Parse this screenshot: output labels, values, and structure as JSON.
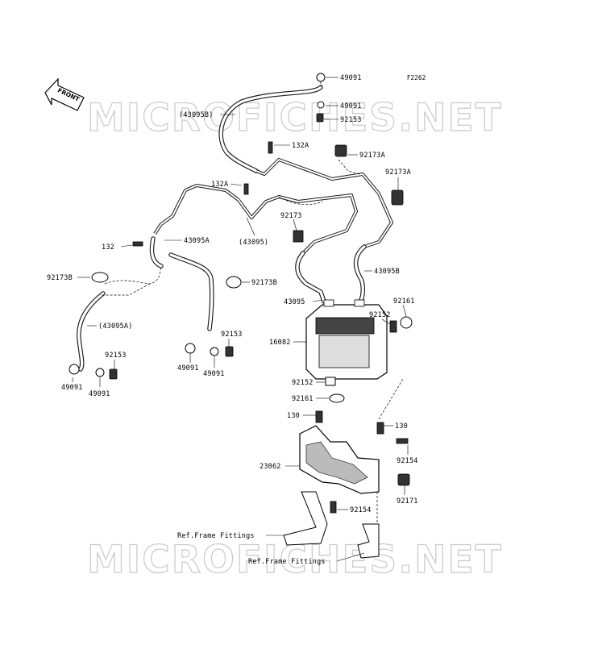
{
  "figure_code": "F2262",
  "front_arrow_label": "FRONT",
  "watermark": "MICROFICHES.NET",
  "parts": {
    "p49091_top": "49091",
    "p43095b_top": "(43095B)",
    "p49091_b": "49091",
    "p92153_top": "92153",
    "p132a_1": "132A",
    "p92173a_1": "92173A",
    "p92173a_2": "92173A",
    "p132a_2": "132A",
    "p92173": "92173",
    "p43095_paren": "(43095)",
    "p132": "132",
    "p43095a": "43095A",
    "p43095b": "43095B",
    "p92173b_left": "92173B",
    "p92173b_mid": "92173B",
    "p43095": "43095",
    "p92161_a": "92161",
    "p92152_a": "92152",
    "p43095a_paren": "(43095A)",
    "p16082": "16082",
    "p92153_mid": "92153",
    "p92153_left": "92153",
    "p49091_l1": "49091",
    "p49091_l2": "49091",
    "p49091_m1": "49091",
    "p49091_m2": "49091",
    "p92152_b": "92152",
    "p92161_b": "92161",
    "p130_a": "130",
    "p130_b": "130",
    "p23062": "23062",
    "p92154_a": "92154",
    "p92154_b": "92154",
    "p92171": "92171",
    "ref_frame_1": "Ref.Frame Fittings",
    "ref_frame_2": "Ref.Frame Fittings"
  }
}
